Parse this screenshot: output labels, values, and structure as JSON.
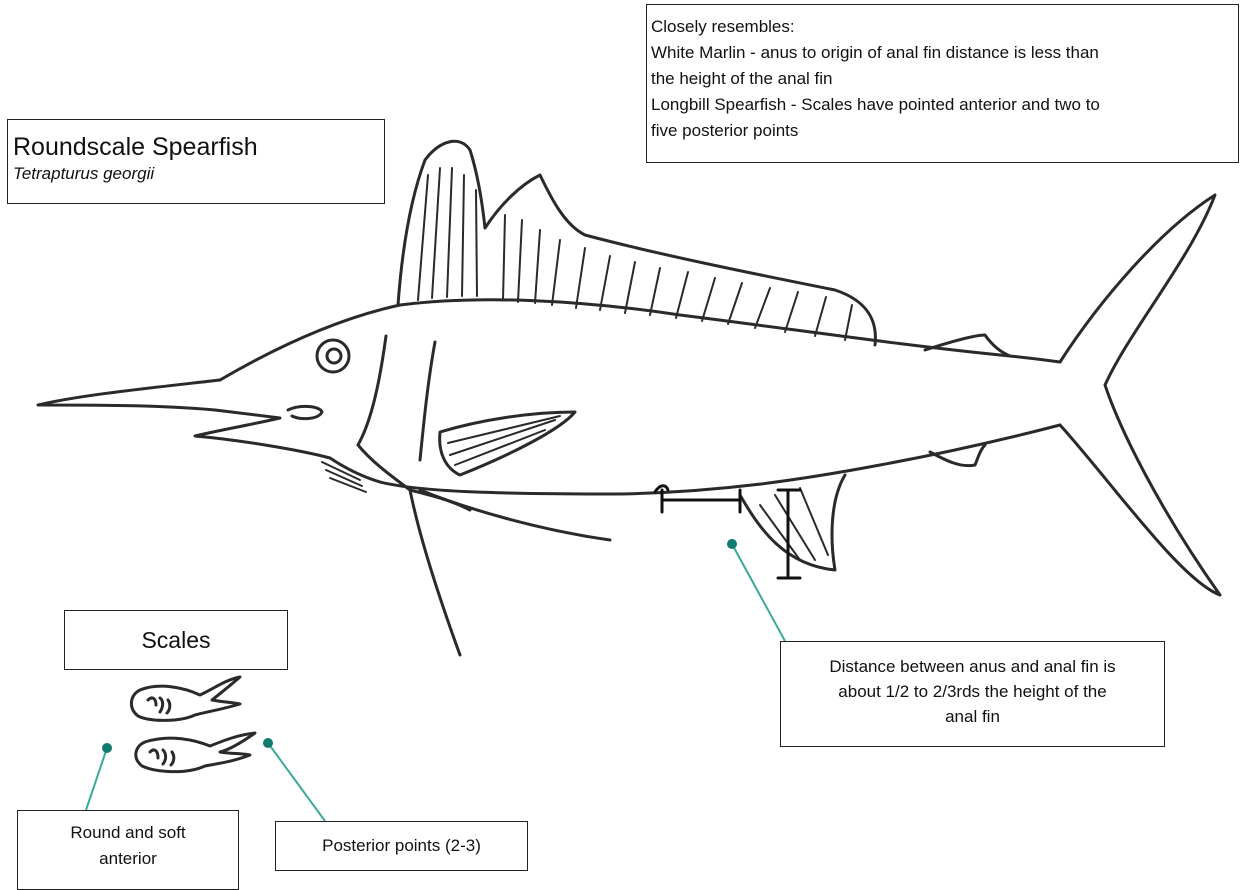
{
  "title": {
    "common_name": "Roundscale Spearfish",
    "scientific_name": "Tetrapturus georgii"
  },
  "resembles": {
    "heading": "Closely resembles:",
    "lines": [
      "White Marlin - anus to origin of anal fin distance is less than",
      "the height of the anal fin",
      "Longbill Spearfish - Scales have pointed anterior and two to",
      "five posterior points"
    ]
  },
  "scales_label": "Scales",
  "callouts": {
    "anus_fin_lines": [
      "Distance between anus and anal fin is",
      "about 1/2 to 2/3rds the height of the",
      "anal fin"
    ],
    "anterior_lines": [
      "Round and soft",
      "anterior"
    ],
    "posterior": "Posterior points (2-3)"
  },
  "colors": {
    "ink": "#2a2a2a",
    "callout_dot": "#0f7a6e",
    "callout_line": "#3aa99b",
    "box_border": "#222222"
  }
}
